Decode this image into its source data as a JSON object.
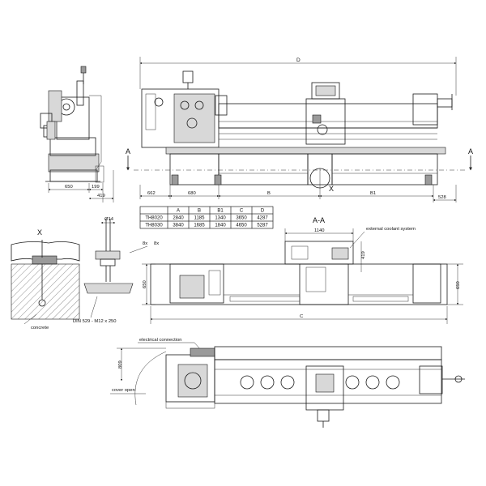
{
  "dimensions": {
    "D": "D",
    "d662": "662",
    "d680": "680",
    "B": "B",
    "B1": "B1",
    "d528": "528",
    "d650_side": "650",
    "d199": "199",
    "d419_side": "419",
    "d1140": "1140",
    "d419_plan": "419",
    "d650_plan_left": "650",
    "d650_plan_right": "650",
    "C": "C",
    "d14": "Ø14",
    "d809": "809",
    "eight_x_1": "8x",
    "eight_x_2": "8x"
  },
  "section_labels": {
    "A_left": "A",
    "A_right": "A",
    "AA": "A-A",
    "X_detail": "X",
    "X_marker": "X"
  },
  "annotations": {
    "coolant": "external coolant system",
    "concrete": "concrete",
    "din": "DIN 529 - M12 x 250",
    "electrical": "electrical connection",
    "cover": "cover open"
  },
  "spec_table": {
    "headers": [
      "",
      "A",
      "B",
      "B1",
      "C",
      "D"
    ],
    "rows": [
      [
        "TH8020",
        "2840",
        "1185",
        "1340",
        "3650",
        "4287"
      ],
      [
        "TH8030",
        "3840",
        "1685",
        "1840",
        "4650",
        "5287"
      ]
    ]
  }
}
